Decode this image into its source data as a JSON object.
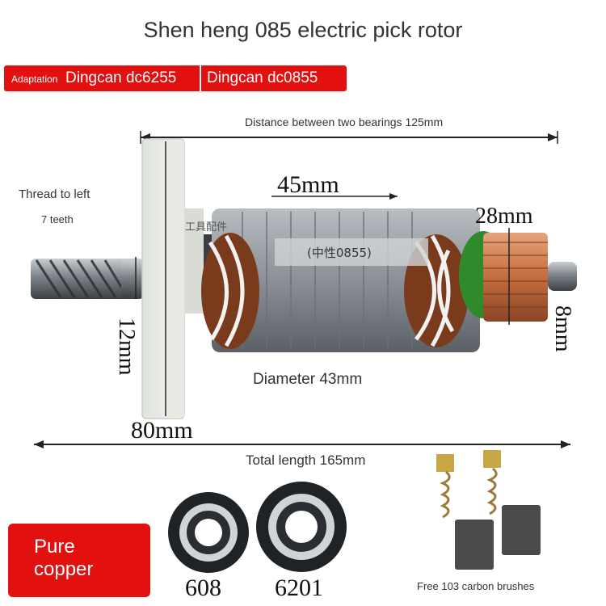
{
  "title": "Shen heng 085 electric pick rotor",
  "adaptation": {
    "label": "Adaptation",
    "models": [
      "Dingcan dc6255",
      "Dingcan dc0855"
    ]
  },
  "dimensions": {
    "bearing_distance": "Distance between two bearings 125mm",
    "armature_length": "45mm",
    "commutator": "28mm",
    "shaft_end": "8mm",
    "shaft_front": "12mm",
    "fan": "80mm",
    "diameter": "Diameter 43mm",
    "total_length": "Total length 165mm"
  },
  "thread": {
    "label": "Thread to left",
    "teeth": "7 teeth"
  },
  "bearings": [
    "608",
    "6201"
  ],
  "badge": {
    "line1": "Pure",
    "line2": "copper"
  },
  "brushes": "Free 103 carbon brushes",
  "rotor_marking": "(中性0855)",
  "fan_stamp": "工具配件",
  "colors": {
    "accent": "#e31010",
    "copper": "#c87a4a",
    "steel": "#8e949a"
  }
}
